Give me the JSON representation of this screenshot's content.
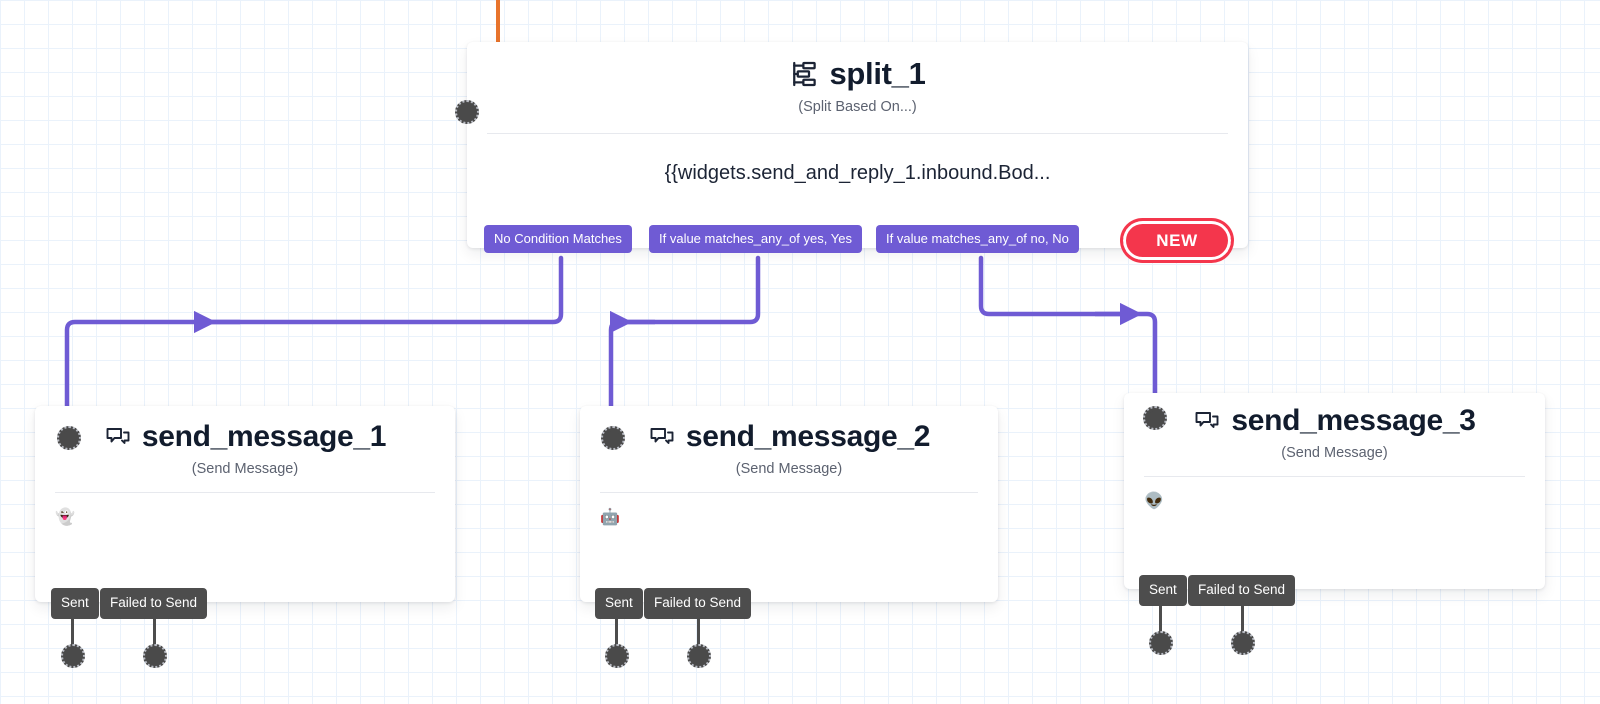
{
  "canvas": {
    "background_color": "#ffffff",
    "grid_color": "#eaf2fb",
    "grid_major_color": "#dbe9f8"
  },
  "colors": {
    "connector_purple": "#6f5bd4",
    "connector_orange": "#e8742c",
    "badge_red": "#f4364c",
    "output_gray": "#4d4d4d",
    "title_dark": "#121c2d",
    "subtitle_gray": "#5c6270"
  },
  "nodes": {
    "split": {
      "icon": "split-icon",
      "title": "split_1",
      "subtitle": "(Split Based On...)",
      "expression": "{{widgets.send_and_reply_1.inbound.Bod...",
      "input_dot": "input-connector-dot",
      "conditions": [
        {
          "label": "No Condition Matches"
        },
        {
          "label": "If value matches_any_of yes, Yes"
        },
        {
          "label": "If value matches_any_of no, No"
        }
      ],
      "badge": {
        "label": "NEW"
      }
    },
    "message_1": {
      "icon": "message-bubble-icon",
      "title": "send_message_1",
      "subtitle": "(Send Message)",
      "body_emoji": "👻",
      "input_dot": "input-connector-dot",
      "outputs": [
        {
          "label": "Sent"
        },
        {
          "label": "Failed to Send"
        }
      ]
    },
    "message_2": {
      "icon": "message-bubble-icon",
      "title": "send_message_2",
      "subtitle": "(Send Message)",
      "body_emoji": "🤖",
      "input_dot": "input-connector-dot",
      "outputs": [
        {
          "label": "Sent"
        },
        {
          "label": "Failed to Send"
        }
      ]
    },
    "message_3": {
      "icon": "message-bubble-icon",
      "title": "send_message_3",
      "subtitle": "(Send Message)",
      "body_emoji": "👽",
      "input_dot": "input-connector-dot",
      "outputs": [
        {
          "label": "Sent"
        },
        {
          "label": "Failed to Send"
        }
      ]
    }
  },
  "edges": [
    {
      "name": "edge-incoming-to-split",
      "color": "#e8742c"
    },
    {
      "name": "edge-no-condition-to-message-1",
      "color": "#6f5bd4"
    },
    {
      "name": "edge-yes-to-message-2",
      "color": "#6f5bd4"
    },
    {
      "name": "edge-no-to-message-3",
      "color": "#6f5bd4"
    }
  ]
}
